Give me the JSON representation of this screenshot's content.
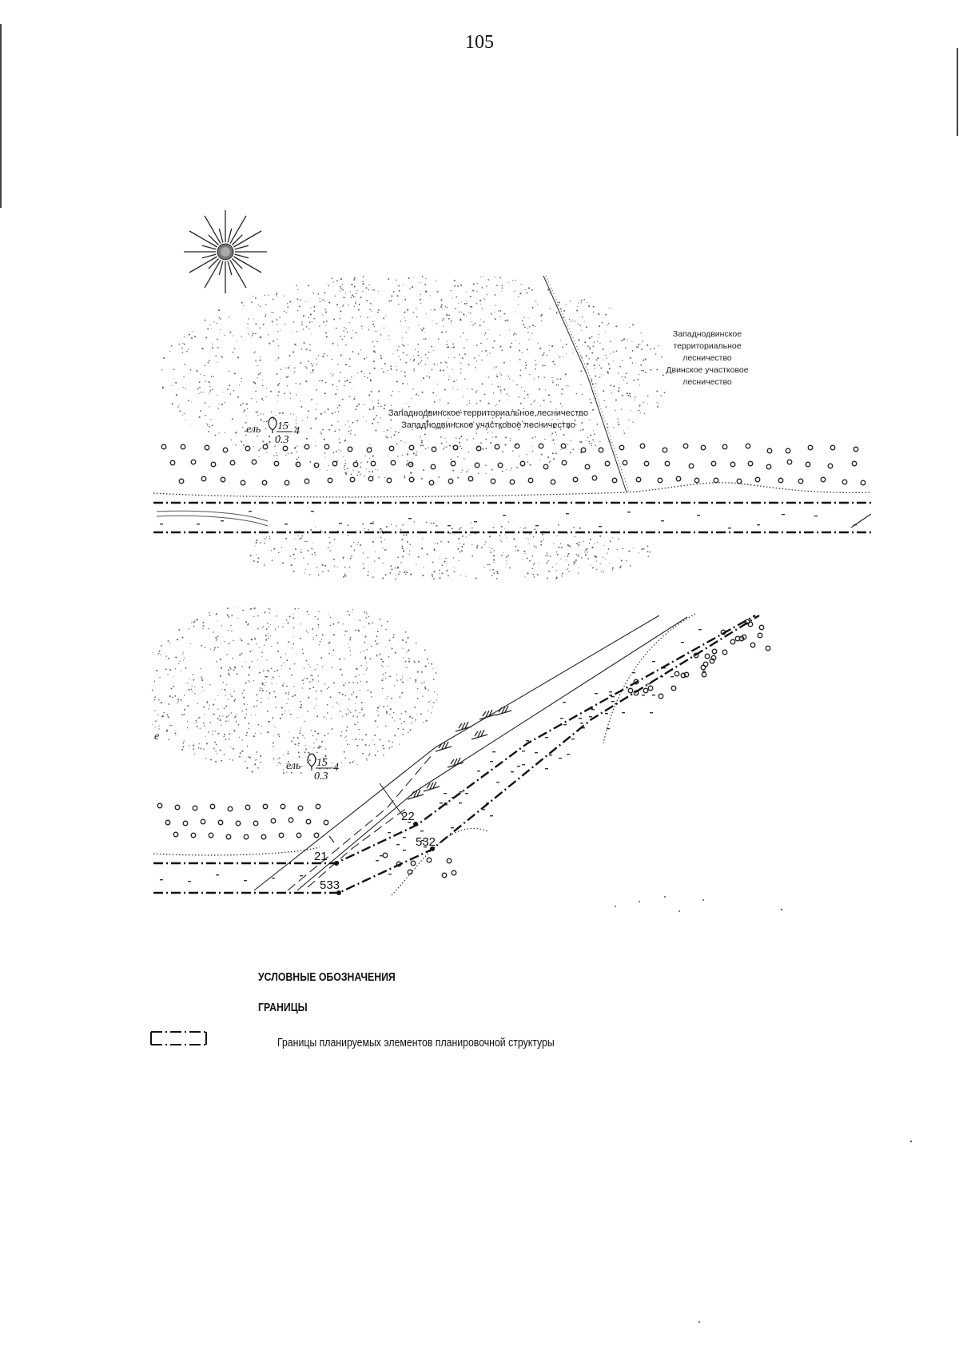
{
  "page_number": "105",
  "map_top": {
    "forestry_east": [
      "Западнодвинское",
      "территориальное",
      "лесничество",
      "Двинское участковое",
      "лесничество"
    ],
    "forestry_west": [
      "Западнодвинское территориальное лесничество",
      "Западнодвинское участковое лесничество"
    ],
    "tree_species": "ель",
    "tree_height": "15",
    "tree_diameter": "0.3",
    "tree_count": "4"
  },
  "map_bottom": {
    "tree_species": "ель",
    "tree_height": "15",
    "tree_diameter": "0.3",
    "tree_count": "4",
    "points": [
      "22",
      "21",
      "532",
      "533"
    ],
    "edge_letter": "е"
  },
  "legend": {
    "title": "УСЛОВНЫЕ ОБОЗНАЧЕНИЯ",
    "section": "ГРАНИЦЫ",
    "items": [
      {
        "label": "Границы планируемых элементов планировочной структуры"
      }
    ]
  }
}
